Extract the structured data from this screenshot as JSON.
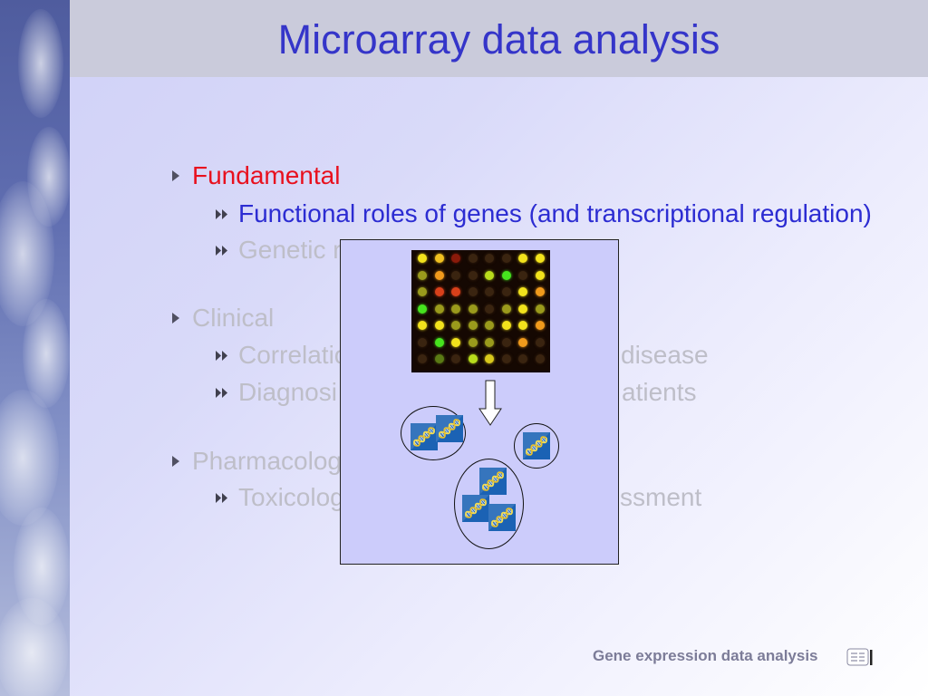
{
  "slide": {
    "title": "Microarray data analysis"
  },
  "bullets": [
    {
      "label": "Fundamental",
      "sub": [
        {
          "text": "Functional roles of genes (and transcriptional regulation)"
        },
        {
          "text": "Genetic r"
        }
      ]
    },
    {
      "label": "Clinical",
      "sub": [
        {
          "text": "Correlatio",
          "text_after_figure": "disease"
        },
        {
          "text": "Diagnosi",
          "text_after_figure": "atients"
        }
      ]
    },
    {
      "label": "Pharmacolog",
      "sub": [
        {
          "text": "Toxicolog",
          "text_after_figure": "ssment"
        }
      ]
    }
  ],
  "figure": {
    "arrow_icon": "down-arrow-icon",
    "cluster_icon": "dna-icon",
    "microarray_spots": [
      [
        "#f2e21c",
        "#f0c020",
        "#8a1a0a",
        "#3a2410",
        "#3a2410",
        "#3a2410",
        "#f2e21c",
        "#f2e21c"
      ],
      [
        "#9a9a1c",
        "#f09a1c",
        "#3a2410",
        "#3a2410",
        "#b8dc1c",
        "#46e41e",
        "#3a2410",
        "#f2e21c"
      ],
      [
        "#9a9a1c",
        "#d8401a",
        "#d8401a",
        "#3a2410",
        "#3a2410",
        "#3a2410",
        "#f2e21c",
        "#f09a1c"
      ],
      [
        "#46e41e",
        "#9a9a1c",
        "#9a9a1c",
        "#9a9a1c",
        "#3a2410",
        "#9a9a1c",
        "#f2e21c",
        "#9a9a1c"
      ],
      [
        "#f2e21c",
        "#f2e21c",
        "#9a9a1c",
        "#9a9a1c",
        "#9a9a1c",
        "#f2e21c",
        "#f2e21c",
        "#f09a1c"
      ],
      [
        "#3a2410",
        "#46e41e",
        "#f2e21c",
        "#9a9a1c",
        "#9a9a1c",
        "#3a2410",
        "#f09a1c",
        "#3a2410"
      ],
      [
        "#3a2410",
        "#5a7a14",
        "#3a2410",
        "#b8dc1c",
        "#d8c81c",
        "#3a2410",
        "#3a2410",
        "#3a2410"
      ]
    ]
  },
  "footer": {
    "text": "Gene expression data analysis",
    "icon": "slide-icon"
  },
  "colors": {
    "title": "#3535c9",
    "active": "#e8101e",
    "highlight": "#2c2cd2",
    "inactive": "#bebec8",
    "footer": "#7c7c98",
    "figure_box": "#ccccfb"
  }
}
